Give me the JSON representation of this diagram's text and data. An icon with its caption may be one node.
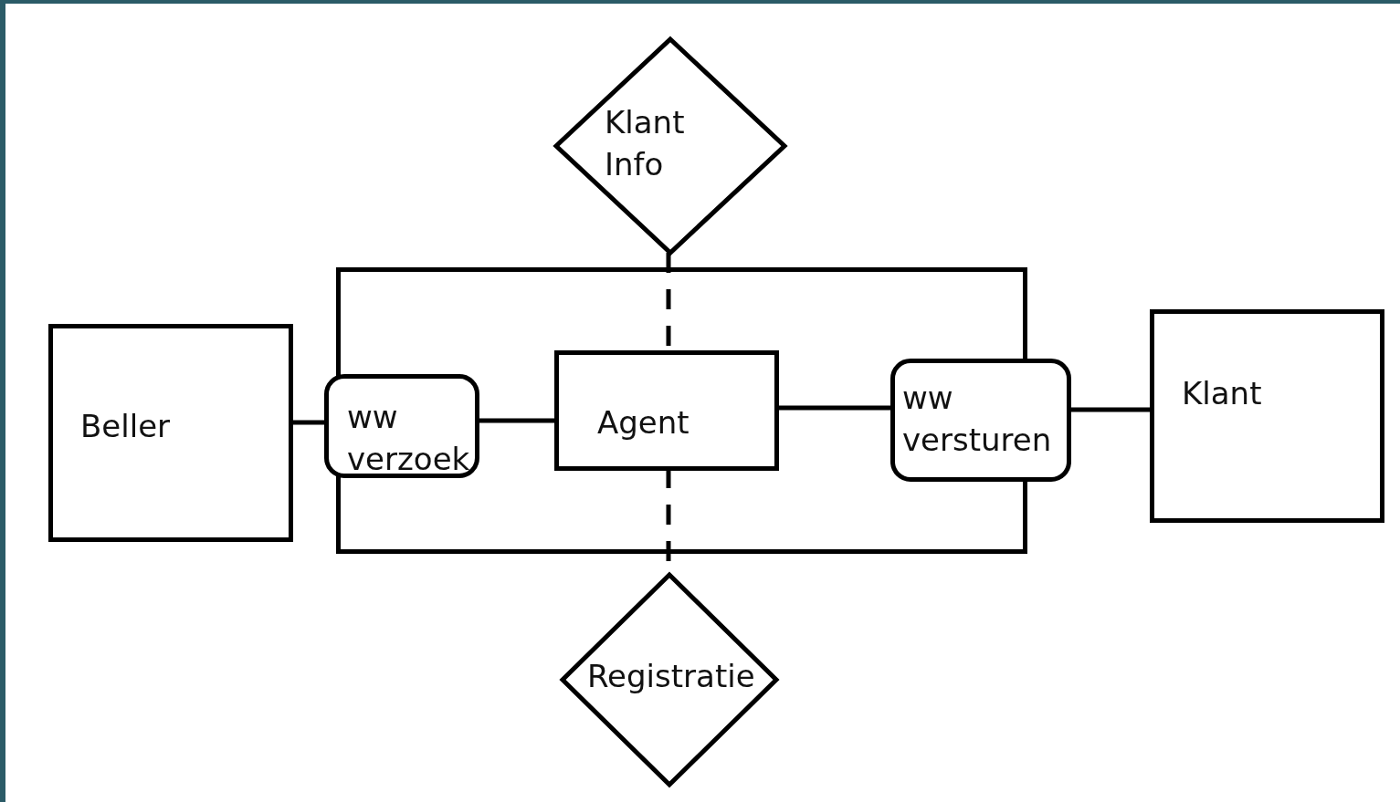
{
  "diagram": {
    "nodes": [
      {
        "text": [
          "Klant Info"
        ]
      },
      {
        "text": [
          "Beller"
        ]
      },
      {
        "text": [],
        "shape": "box"
      },
      {
        "text": [
          "ww verzoek"
        ]
      },
      {
        "text": [
          "Agent"
        ],
        "in": 2
      },
      {
        "text": [
          "ww versturen"
        ]
      },
      {
        "text": [
          "Klant"
        ]
      },
      {
        "text": [
          "Registratie"
        ]
      }
    ],
    "edges": [
      {
        "from": 1,
        "to": 3,
        "arrow": "none"
      },
      {
        "from": 3,
        "to": 4,
        "arrow": "none"
      },
      {
        "from": 4,
        "to": 5,
        "arrow": "none"
      },
      {
        "from": 5,
        "to": 6,
        "arrow": "none"
      },
      {
        "from": 0,
        "to": 4,
        "arrow": "none",
        "style": "dashed"
      },
      {
        "from": 4,
        "to": 7,
        "arrow": "none",
        "style": "dashed"
      }
    ]
  }
}
